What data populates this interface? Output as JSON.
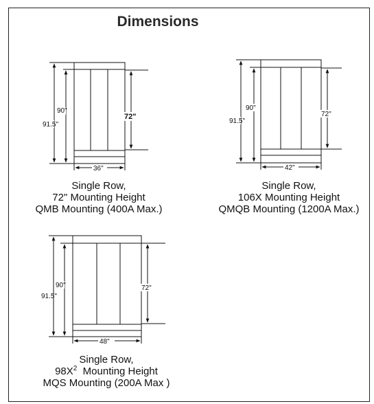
{
  "title": "Dimensions",
  "units": [
    {
      "dims": {
        "outer_height": "91.5\"",
        "inner_height": "90\"",
        "mount_height": "72\"",
        "width": "36\""
      },
      "caption": {
        "line1": "Single Row,",
        "line2": "72\" Mounting Height",
        "line3": "QMB Mounting (400A Max.)"
      }
    },
    {
      "dims": {
        "outer_height": "91.5\"",
        "inner_height": "90\"",
        "mount_height": "72\"",
        "width": "42\""
      },
      "caption": {
        "line1": "Single Row,",
        "line2": "106X  Mounting Height",
        "line3": "QMQB Mounting  (1200A Max.)"
      }
    },
    {
      "dims": {
        "outer_height": "91.5\"",
        "inner_height": "90\"",
        "mount_height": "72\"",
        "width": "48\""
      },
      "caption": {
        "line1": "Single Row,",
        "line2_prefix": "98X",
        "line2_sup": "2",
        "line2_suffix": "  Mounting Height",
        "line3": "MQS Mounting (200A Max )"
      }
    }
  ]
}
